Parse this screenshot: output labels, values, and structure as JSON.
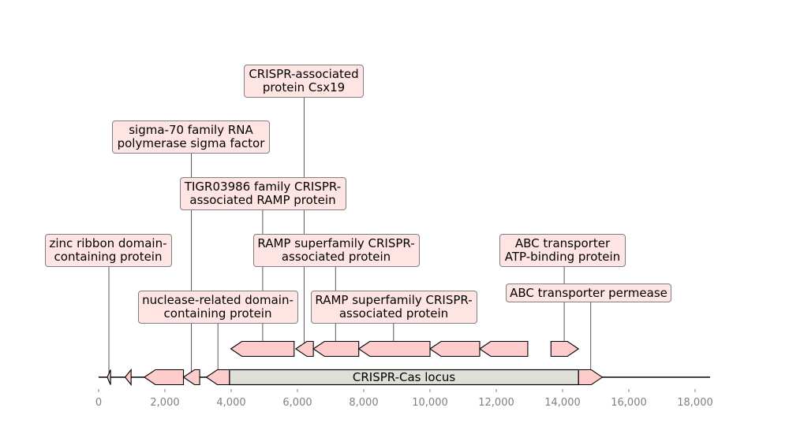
{
  "locus": {
    "label": "CRISPR-Cas locus",
    "range_bp": [
      3950,
      14480
    ],
    "color": "#e0ded8"
  },
  "sequence_range_bp": [
    0,
    18450
  ],
  "axis": {
    "ticks": [
      0,
      2000,
      4000,
      6000,
      8000,
      10000,
      12000,
      14000,
      16000,
      18000
    ],
    "tick_labels": [
      "0",
      "2,000",
      "4,000",
      "6,000",
      "8,000",
      "10,000",
      "12,000",
      "14,000",
      "16,000",
      "18,000"
    ]
  },
  "gene_color": "#ffcccc",
  "genes": [
    {
      "start": 260,
      "end": 360,
      "strand": -1
    },
    {
      "start": 800,
      "end": 980,
      "strand": -1
    },
    {
      "start": 1380,
      "end": 2560,
      "strand": -1
    },
    {
      "start": 2560,
      "end": 3050,
      "strand": -1
    },
    {
      "start": 3250,
      "end": 3950,
      "strand": -1
    },
    {
      "start": 3990,
      "end": 5900,
      "strand": -1
    },
    {
      "start": 5950,
      "end": 6480,
      "strand": -1
    },
    {
      "start": 6480,
      "end": 7850,
      "strand": -1
    },
    {
      "start": 7850,
      "end": 10000,
      "strand": -1
    },
    {
      "start": 10000,
      "end": 11500,
      "strand": -1
    },
    {
      "start": 11500,
      "end": 12950,
      "strand": -1
    },
    {
      "start": 13650,
      "end": 14480,
      "strand": 1
    },
    {
      "start": 14480,
      "end": 15200,
      "strand": 1
    }
  ],
  "annotations": [
    {
      "text": "zinc ribbon domain-\ncontaining protein",
      "position_bp": 310
    },
    {
      "text": "nuclease-related domain-\ncontaining protein",
      "position_bp": 3600
    },
    {
      "text": "sigma-70 family RNA\npolymerase sigma factor",
      "position_bp": 2800
    },
    {
      "text": "TIGR03986 family CRISPR-\nassociated RAMP protein",
      "position_bp": 4950
    },
    {
      "text": "CRISPR-associated\nprotein Csx19",
      "position_bp": 6200
    },
    {
      "text": "RAMP superfamily CRISPR-\nassociated protein",
      "position_bp": 7150
    },
    {
      "text": "RAMP superfamily CRISPR-\nassociated protein",
      "position_bp": 8900
    },
    {
      "text": "ABC transporter\nATP-binding protein",
      "position_bp": 14050
    },
    {
      "text": "ABC transporter permease",
      "position_bp": 14850
    }
  ]
}
